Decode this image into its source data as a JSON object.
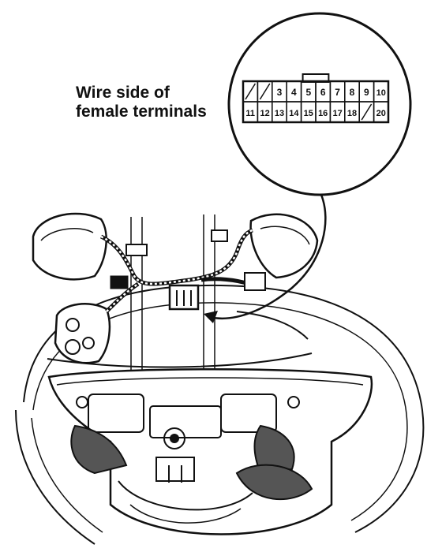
{
  "caption": {
    "line1": "Wire side of",
    "line2": "female terminals"
  },
  "connector": {
    "top_row": [
      "",
      "",
      "3",
      "4",
      "5",
      "6",
      "7",
      "8",
      "9",
      "10"
    ],
    "bottom_row": [
      "11",
      "12",
      "13",
      "14",
      "15",
      "16",
      "17",
      "18",
      "",
      "20"
    ],
    "blank_top": [
      0,
      1
    ],
    "blank_bottom": [
      8
    ]
  },
  "colors": {
    "ink": "#111111",
    "paper": "#ffffff",
    "shade": "#555555"
  },
  "icons": {
    "pointer": "curved-arrow-icon",
    "detail": "magnifier-circle-icon"
  }
}
